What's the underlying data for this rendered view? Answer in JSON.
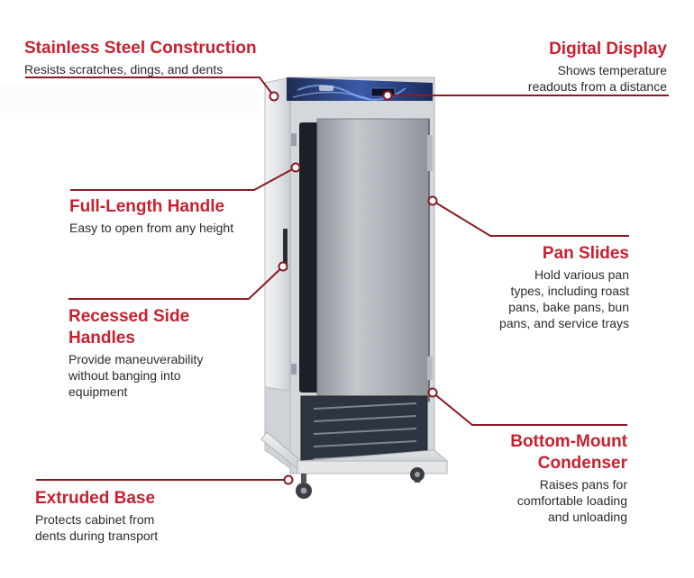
{
  "callouts": {
    "stainless": {
      "title": "Stainless Steel Construction",
      "desc": "Resists scratches, dings, and dents"
    },
    "display": {
      "title": "Digital Display",
      "desc": "Shows temperature\nreadouts from a distance"
    },
    "handle": {
      "title": "Full-Length Handle",
      "desc": "Easy to open from any height"
    },
    "pan_slides": {
      "title": "Pan Slides",
      "desc": "Hold various pan\ntypes, including roast\npans, bake pans, bun\npans, and service trays"
    },
    "side_handles": {
      "title": "Recessed Side\nHandles",
      "desc": "Provide maneuverability\nwithout banging into\nequipment"
    },
    "condenser": {
      "title": "Bottom-Mount\nCondenser",
      "desc": "Raises pans for\ncomfortable loading\nand unloading"
    },
    "base": {
      "title": "Extruded Base",
      "desc": "Protects cabinet from\ndents during transport"
    }
  },
  "colors": {
    "accent": "#c8202f",
    "leader_line": "#8b1a22",
    "text": "#2b2b2b",
    "steel_light": "#e6e8ea",
    "steel_dark": "#9ea3a8",
    "panel_dark": "#2d3540",
    "display_blue": "#243a78"
  }
}
